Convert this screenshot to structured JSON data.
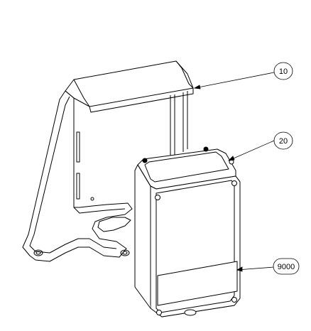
{
  "drawing": {
    "line_color": "#000000",
    "background": "#ffffff",
    "callouts": [
      {
        "label": "10"
      },
      {
        "label": "20"
      },
      {
        "label": "9000"
      }
    ]
  }
}
